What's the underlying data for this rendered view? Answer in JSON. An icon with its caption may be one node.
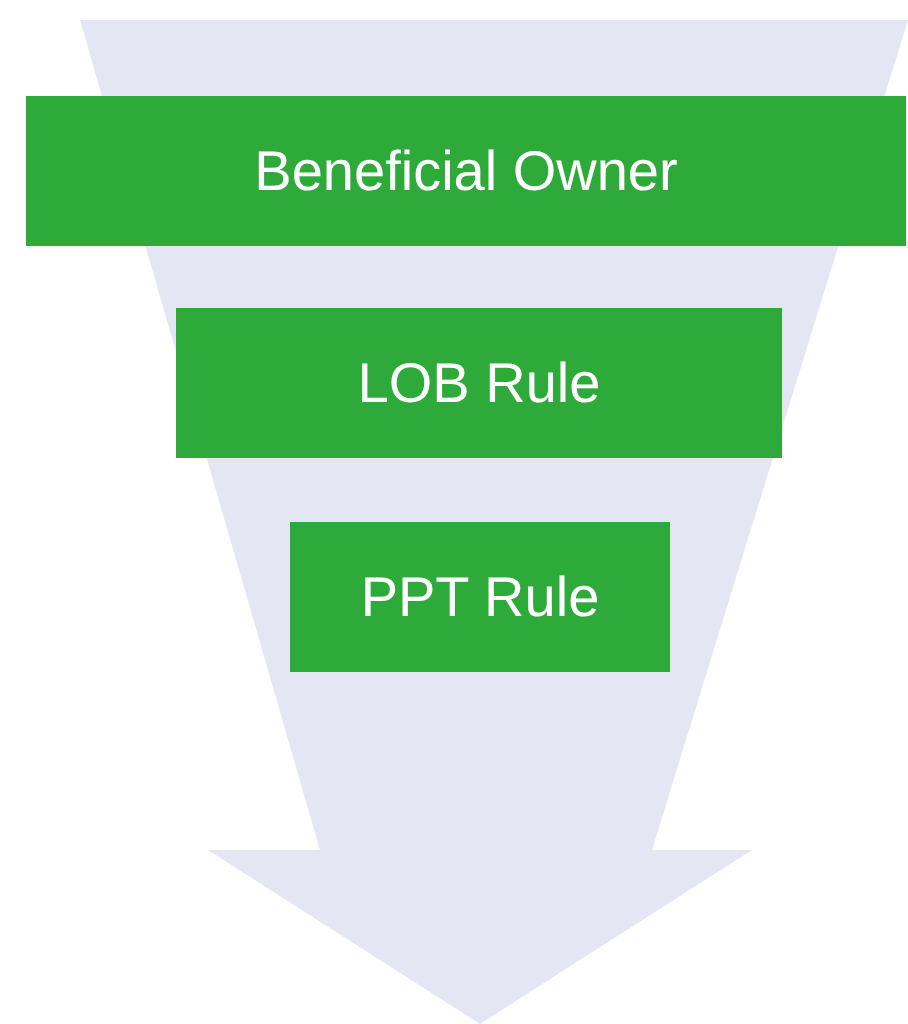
{
  "diagram": {
    "nodes": [
      {
        "text": [],
        "shape": "arrow"
      },
      {
        "text": [
          "Beneficial Owner"
        ]
      },
      {
        "text": [
          "LOB Rule"
        ],
        "in": 0
      },
      {
        "text": [
          "PPT Rule"
        ],
        "in": 0
      }
    ]
  }
}
